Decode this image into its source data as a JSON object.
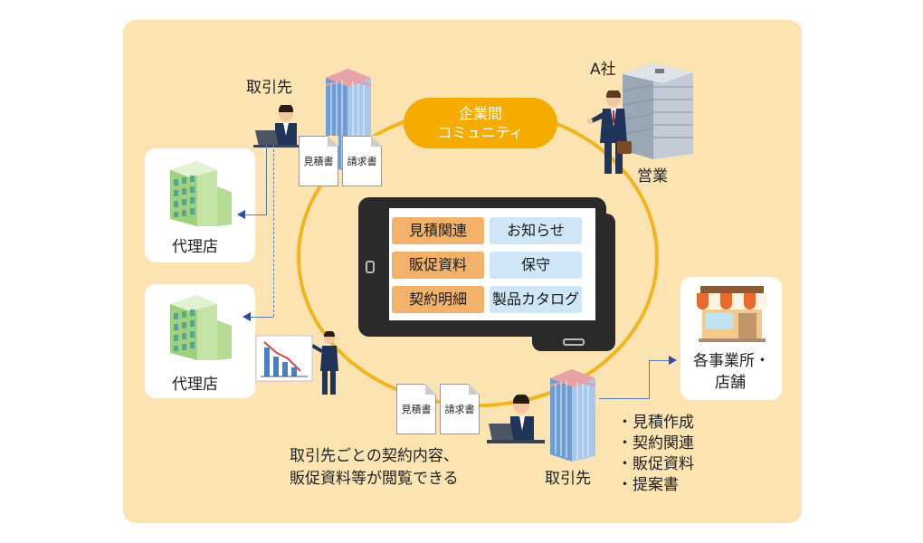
{
  "community": {
    "line1": "企業間",
    "line2": "コミュニティ"
  },
  "company_a": {
    "name": "A社",
    "role": "営業"
  },
  "partner_top": {
    "label": "取引先",
    "docs": [
      "見積書",
      "請求書"
    ]
  },
  "partner_bottom": {
    "label": "取引先",
    "docs": [
      "見積書",
      "請求書"
    ]
  },
  "agency_top": {
    "label": "代理店"
  },
  "agency_bottom": {
    "label": "代理店"
  },
  "branch": {
    "line1": "各事業所・",
    "line2": "店舗"
  },
  "tablet_menu": [
    {
      "label": "見積関連",
      "kind": "orange"
    },
    {
      "label": "お知らせ",
      "kind": "blue"
    },
    {
      "label": "販促資料",
      "kind": "orange"
    },
    {
      "label": "保守",
      "kind": "blue"
    },
    {
      "label": "契約明細",
      "kind": "orange"
    },
    {
      "label": "製品カタログ",
      "kind": "blue"
    }
  ],
  "bullets": [
    "・見積作成",
    "・契約関連",
    "・販促資料",
    "・提案書"
  ],
  "caption": {
    "line1": "取引先ごとの契約内容、",
    "line2": "販促資料等が閲覧できる"
  },
  "colors": {
    "panel": "#fbe3b2",
    "ring": "#f1b520",
    "pill": "#f4ac00",
    "menu_orange": "#f3b26a",
    "menu_blue": "#cfe6f6",
    "arrow": "#2b4ea2"
  }
}
